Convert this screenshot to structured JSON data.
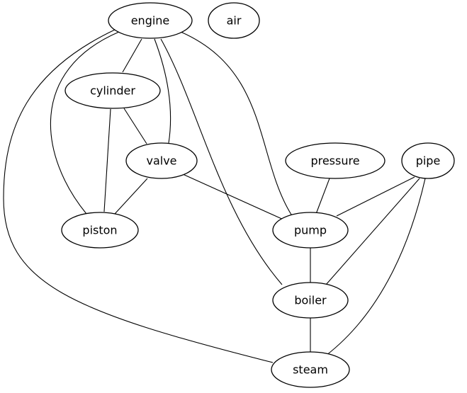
{
  "graph": {
    "type": "undirected",
    "nodes": [
      {
        "id": "engine",
        "label": "engine"
      },
      {
        "id": "air",
        "label": "air"
      },
      {
        "id": "cylinder",
        "label": "cylinder"
      },
      {
        "id": "valve",
        "label": "valve"
      },
      {
        "id": "pressure",
        "label": "pressure"
      },
      {
        "id": "pipe",
        "label": "pipe"
      },
      {
        "id": "piston",
        "label": "piston"
      },
      {
        "id": "pump",
        "label": "pump"
      },
      {
        "id": "boiler",
        "label": "boiler"
      },
      {
        "id": "steam",
        "label": "steam"
      }
    ],
    "edges": [
      [
        "engine",
        "cylinder"
      ],
      [
        "engine",
        "valve"
      ],
      [
        "engine",
        "piston"
      ],
      [
        "engine",
        "pump"
      ],
      [
        "engine",
        "boiler"
      ],
      [
        "engine",
        "steam"
      ],
      [
        "cylinder",
        "valve"
      ],
      [
        "cylinder",
        "piston"
      ],
      [
        "valve",
        "piston"
      ],
      [
        "valve",
        "pump"
      ],
      [
        "pressure",
        "pump"
      ],
      [
        "pipe",
        "pump"
      ],
      [
        "pipe",
        "boiler"
      ],
      [
        "pipe",
        "steam"
      ],
      [
        "pump",
        "boiler"
      ],
      [
        "boiler",
        "steam"
      ]
    ]
  }
}
